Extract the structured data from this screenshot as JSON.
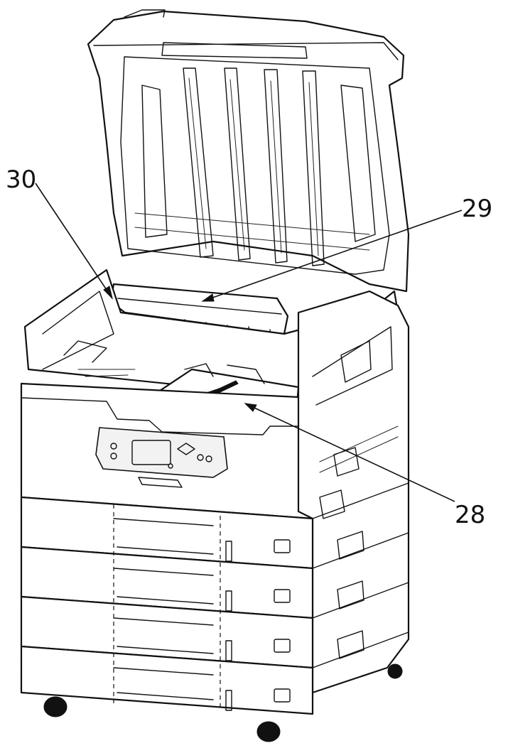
{
  "callouts": [
    {
      "id": "30",
      "label": "30"
    },
    {
      "id": "29",
      "label": "29"
    },
    {
      "id": "28",
      "label": "28"
    }
  ]
}
